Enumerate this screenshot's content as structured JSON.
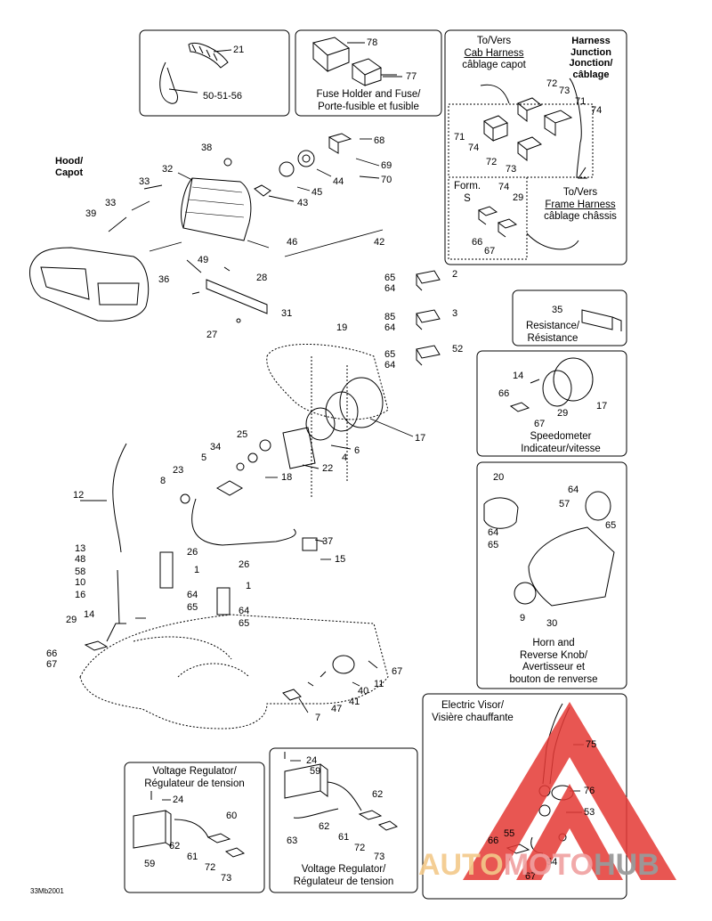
{
  "doc_code": "33Mb2001",
  "hood_label": [
    "Hood/",
    "Capot"
  ],
  "captions": {
    "fuse_holder": [
      "Fuse Holder and Fuse/",
      "Porte-fusible et fusible"
    ],
    "to_cab_harness": [
      "To/Vers",
      "Cab Harness",
      "câblage capot"
    ],
    "harness_junction": [
      "Harness",
      "Junction",
      "Jonction/",
      "câblage"
    ],
    "to_frame_harness": [
      "To/Vers",
      "Frame Harness",
      "câblage châssis"
    ],
    "form_s": [
      "Form.",
      "S"
    ],
    "resistance": [
      "Resistance/",
      "Résistance"
    ],
    "speedometer": [
      "Speedometer",
      "Indicateur/vitesse"
    ],
    "horn": [
      "Horn and",
      "Reverse Knob/",
      "Avertisseur et",
      "bouton de renverse"
    ],
    "electric_visor": [
      "Electric Visor/",
      "Visière chauffante"
    ],
    "voltage_regulator_left": [
      "Voltage Regulator/",
      "Régulateur de tension"
    ],
    "voltage_regulator_right": [
      "Voltage Regulator/",
      "Régulateur de tension"
    ]
  },
  "callouts": {
    "c21": "21",
    "c50": "50-51-56",
    "c78": "78",
    "c77": "77",
    "c72a": "72",
    "c73a": "73",
    "c71a": "71",
    "c74a": "74",
    "c71b": "71",
    "c74b": "74",
    "c72b": "72",
    "c73b": "73",
    "c74c": "74",
    "c29a": "29",
    "c66a": "66",
    "c67a": "67",
    "c38": "38",
    "c68": "68",
    "c69": "69",
    "c70": "70",
    "c32": "32",
    "c44": "44",
    "c45": "45",
    "c33a": "33",
    "c33b": "33",
    "c39": "39",
    "c43": "43",
    "c46": "46",
    "c42": "42",
    "c49": "49",
    "c28": "28",
    "c36": "36",
    "c31": "31",
    "c27": "27",
    "c65a": "65",
    "c2": "2",
    "c64a": "64",
    "c85": "85",
    "c3": "3",
    "c64b": "64",
    "c19": "19",
    "c65b": "65",
    "c52": "52",
    "c64c": "64",
    "c35": "35",
    "c14a": "14",
    "c66b": "66",
    "c29b": "29",
    "c17b": "17",
    "c67b": "67",
    "c17": "17",
    "c25": "25",
    "c6": "6",
    "c34": "34",
    "c4": "4",
    "c5": "5",
    "c18": "18",
    "c22": "22",
    "c23": "23",
    "c8": "8",
    "c20": "20",
    "c64d": "64",
    "c57": "57",
    "c65d": "65",
    "c64e": "64",
    "c65e": "65",
    "c9": "9",
    "c30": "30",
    "c12": "12",
    "c37": "37",
    "c15": "15",
    "c26a": "26",
    "c1a": "1",
    "c64f": "64",
    "c65f": "65",
    "c26b": "26",
    "c1b": "1",
    "c64g": "64",
    "c65g": "65",
    "c13": "13",
    "c48": "48",
    "c58": "58",
    "c10": "10",
    "c16": "16",
    "c29c": "29",
    "c14c": "14",
    "c66c": "66",
    "c67c": "67",
    "c67d": "67",
    "c11": "11",
    "c40": "40",
    "c41": "41",
    "c47": "47",
    "c7": "7",
    "c75": "75",
    "c76": "76",
    "c53": "53",
    "c55": "55",
    "c66d": "66",
    "c54": "54",
    "c67e": "67",
    "c24a": "24",
    "c60": "60",
    "c62a": "62",
    "c61a": "61",
    "c59a": "59",
    "c72c": "72",
    "c73c": "73",
    "c24b": "24",
    "c59b": "59",
    "c62b": "62",
    "c62c": "62",
    "c63": "63",
    "c61b": "61",
    "c72d": "72",
    "c73d": "73"
  },
  "watermark": {
    "a": "AUTO",
    "b": "MOTO",
    "c": "HUB"
  },
  "colors": {
    "watermark_red": "#e53935",
    "watermark_orange": "#f3c98a",
    "watermark_gray": "#9a9a9a"
  }
}
